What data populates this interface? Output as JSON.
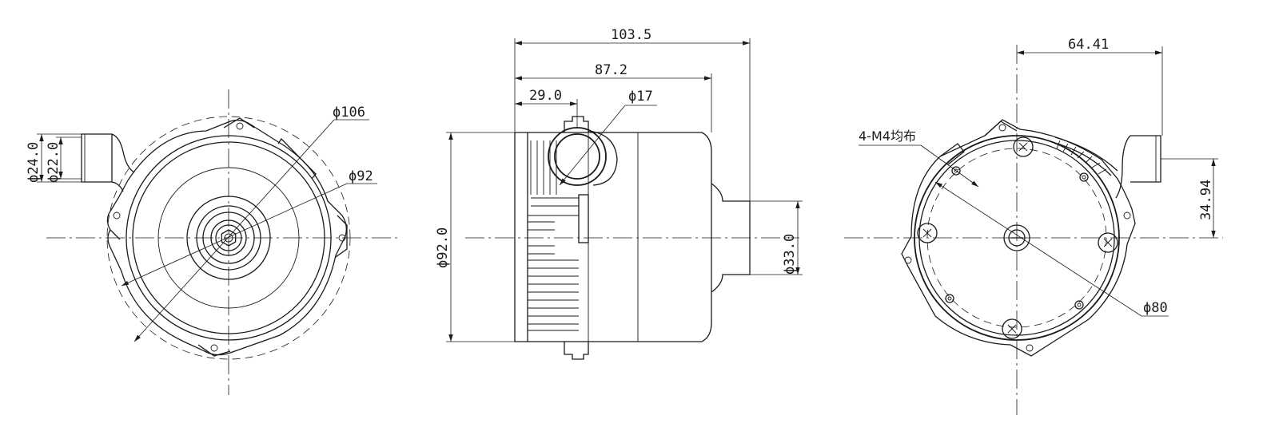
{
  "views": {
    "front": {
      "dims": {
        "inlet_outer": "ϕ24.0",
        "inlet_inner": "ϕ22.0",
        "outer_dia": "ϕ106",
        "body_dia": "ϕ92"
      }
    },
    "side": {
      "dims": {
        "overall_length": "103.5",
        "body_length": "87.2",
        "inlet_offset": "29.0",
        "inlet_dia": "ϕ17",
        "body_dia": "ϕ92.0",
        "outlet_dia": "ϕ33.0"
      }
    },
    "rear": {
      "dims": {
        "holes": "4-M4均布",
        "outlet_offset_x": "64.41",
        "outlet_offset_y": "34.94",
        "bolt_circle": "ϕ80"
      }
    }
  },
  "colors": {
    "line": "#1a1a1a",
    "background": "#ffffff"
  }
}
